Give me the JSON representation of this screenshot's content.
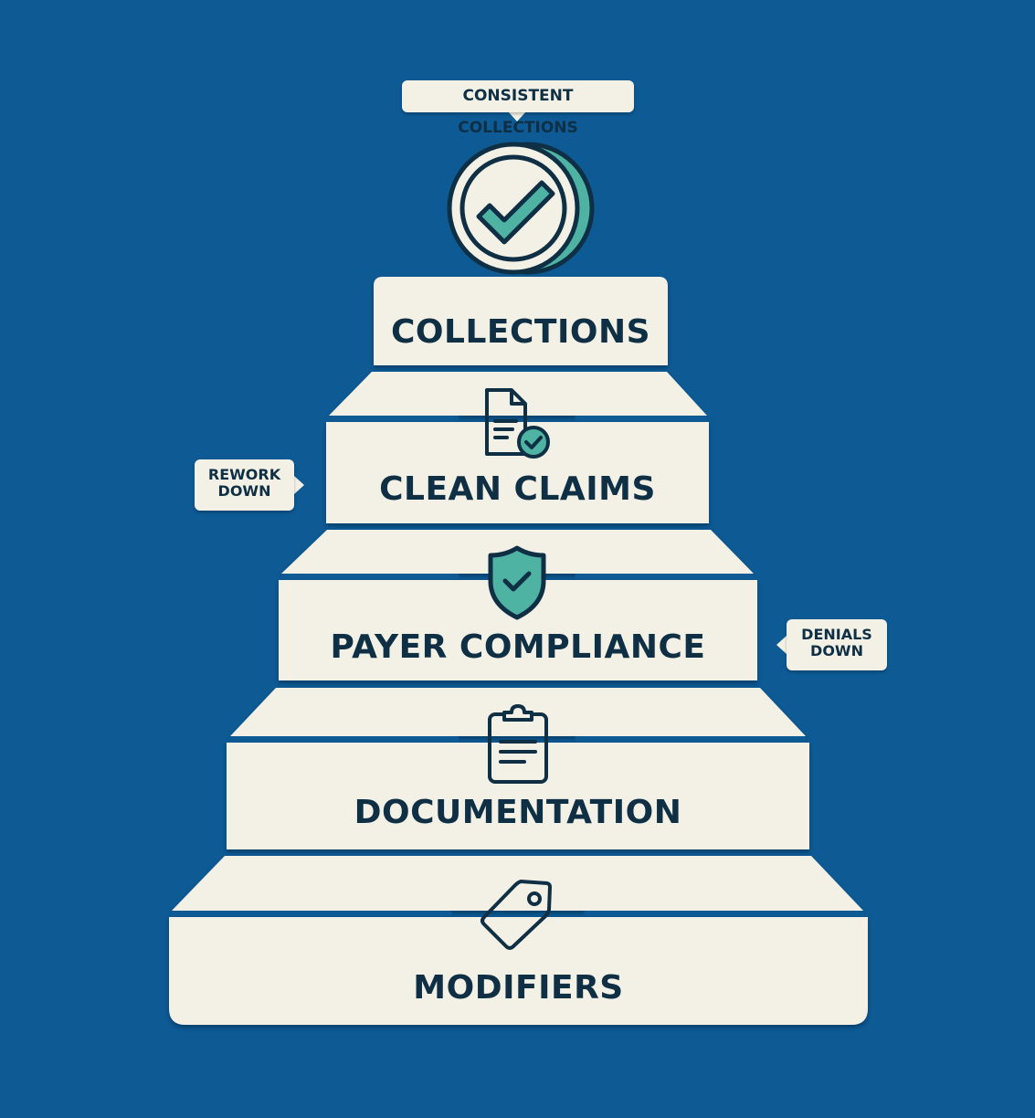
{
  "colors": {
    "background": "#0d5a94",
    "block_fill": "#f3f1e6",
    "text_dark": "#0f2f44",
    "accent_teal": "#4fb3a3"
  },
  "top_callout": {
    "text": "CONSISTENT COLLECTIONS"
  },
  "top_icon": "check-circle-coin-icon",
  "tiers": [
    {
      "label": "COLLECTIONS",
      "icon": "none"
    },
    {
      "label": "CLEAN CLAIMS",
      "icon": "document-check-icon"
    },
    {
      "label": "PAYER COMPLIANCE",
      "icon": "shield-check-icon"
    },
    {
      "label": "DOCUMENTATION",
      "icon": "clipboard-icon"
    },
    {
      "label": "MODIFIERS",
      "icon": "tag-icon"
    }
  ],
  "side_callouts": [
    {
      "line1": "REWORK",
      "line2": "DOWN",
      "side": "left",
      "tier": "CLEAN CLAIMS"
    },
    {
      "line1": "DENIALS",
      "line2": "DOWN",
      "side": "right",
      "tier": "PAYER COMPLIANCE"
    }
  ]
}
